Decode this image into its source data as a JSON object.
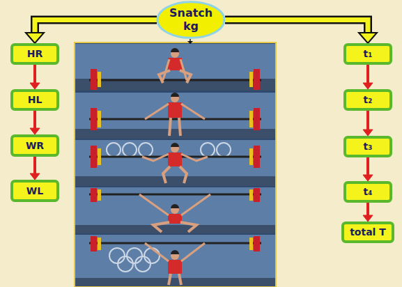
{
  "diagram": {
    "nodes": [
      {
        "text": [
          "Snatch kg"
        ]
      },
      {
        "text": [
          "HR"
        ]
      },
      {
        "text": [
          "HL"
        ]
      },
      {
        "text": [
          "WR"
        ]
      },
      {
        "text": [
          "WL"
        ]
      },
      {
        "text": [
          "t₁"
        ]
      },
      {
        "text": [
          "t₂"
        ]
      },
      {
        "text": [
          "t₃"
        ]
      },
      {
        "text": [
          "t₄"
        ]
      },
      {
        "text": [
          "total T"
        ]
      }
    ],
    "edges": [
      {
        "from": 0,
        "to": 1,
        "arrow": "to"
      },
      {
        "from": 0,
        "to": 5,
        "arrow": "to"
      },
      {
        "from": 1,
        "to": 2,
        "arrow": "to"
      },
      {
        "from": 2,
        "to": 3,
        "arrow": "to"
      },
      {
        "from": 3,
        "to": 4,
        "arrow": "to"
      },
      {
        "from": 5,
        "to": 6,
        "arrow": "to"
      },
      {
        "from": 6,
        "to": 7,
        "arrow": "to"
      },
      {
        "from": 7,
        "to": 8,
        "arrow": "to"
      },
      {
        "from": 8,
        "to": 9,
        "arrow": "to"
      }
    ]
  }
}
